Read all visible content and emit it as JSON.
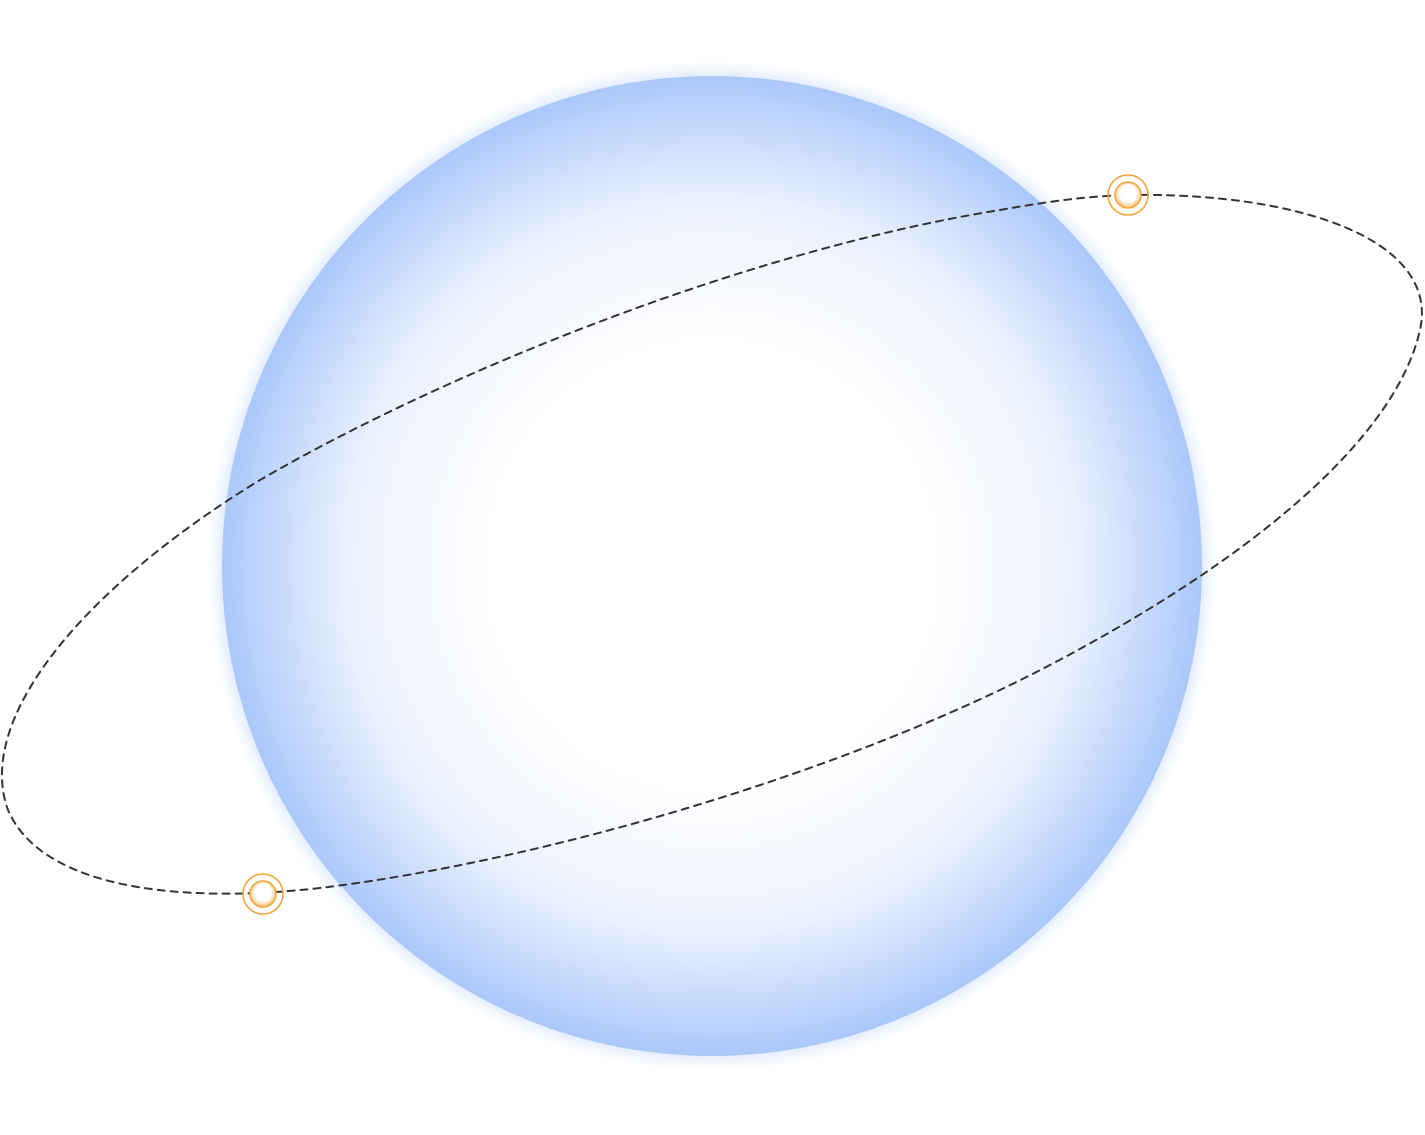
{
  "scene": {
    "description_free": true,
    "colors": {
      "background": "#ffffff",
      "sphere_center": "#ffffff",
      "sphere_mid": "#eaf1fe",
      "sphere_edge": "#abc8fb",
      "sphere_glow": "#dbe7fd",
      "orbit_stroke": "#333333",
      "node_ring": "#f3a43b",
      "node_fill_center": "#ffffff",
      "node_fill_edge": "#f8bf6e"
    },
    "orbit": {
      "style": "dashed"
    },
    "nodes": [
      {
        "id": "node-top-right",
        "icon": "orbit-node-icon"
      },
      {
        "id": "node-bottom-left",
        "icon": "orbit-node-icon"
      }
    ]
  }
}
